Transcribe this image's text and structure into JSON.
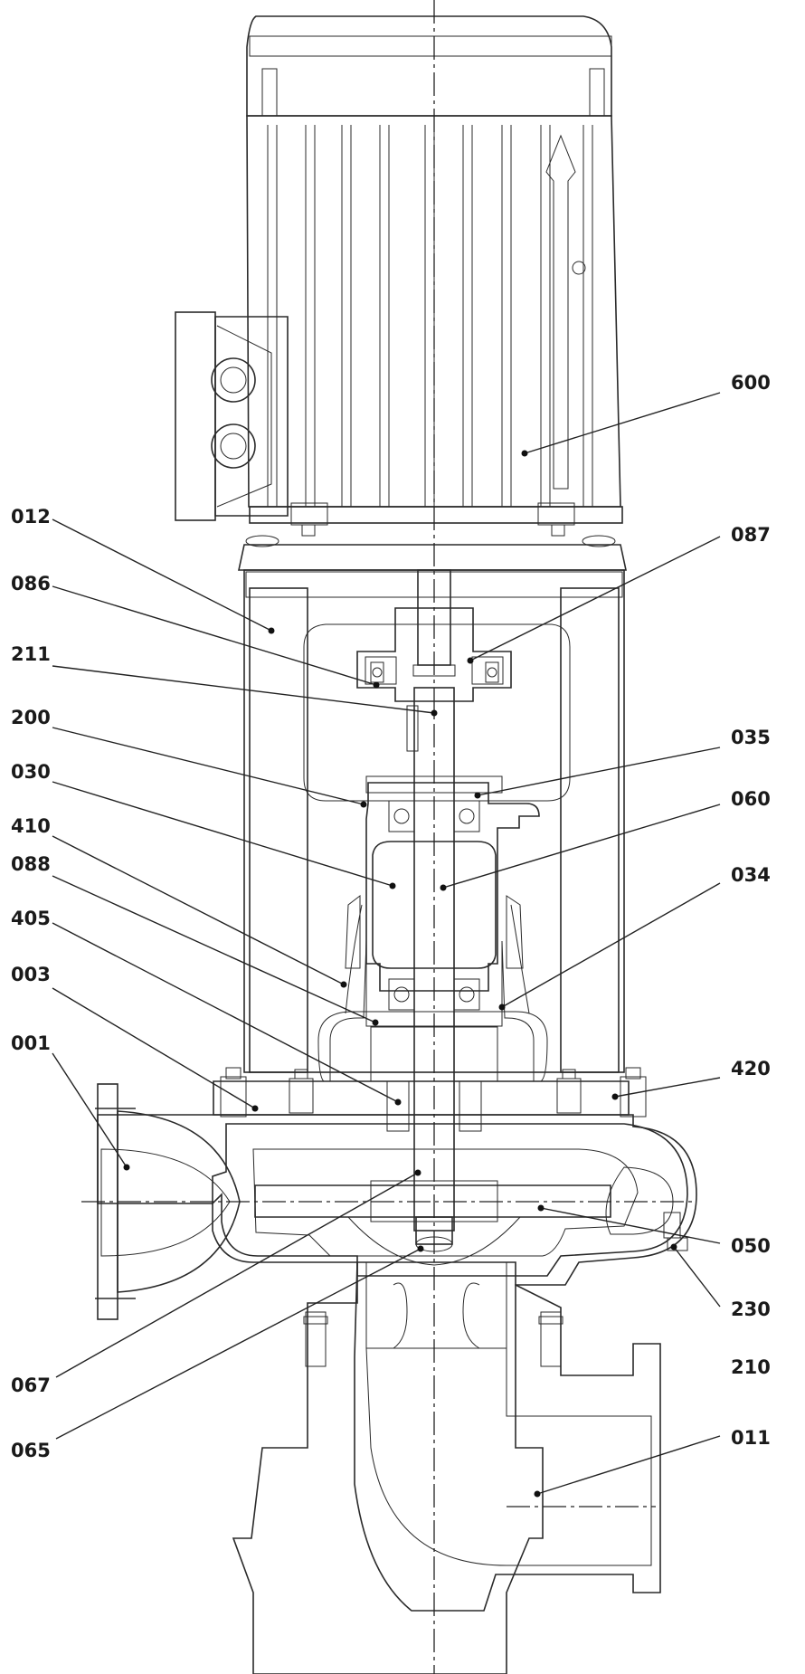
{
  "labels_left": [
    {
      "id": "012",
      "text": "012"
    },
    {
      "id": "086",
      "text": "086"
    },
    {
      "id": "211",
      "text": "211"
    },
    {
      "id": "200",
      "text": "200"
    },
    {
      "id": "030",
      "text": "030"
    },
    {
      "id": "410",
      "text": "410"
    },
    {
      "id": "088",
      "text": "088"
    },
    {
      "id": "405",
      "text": "405"
    },
    {
      "id": "003",
      "text": "003"
    },
    {
      "id": "001",
      "text": "001"
    },
    {
      "id": "067",
      "text": "067"
    },
    {
      "id": "065",
      "text": "065"
    }
  ],
  "labels_right": [
    {
      "id": "600",
      "text": "600"
    },
    {
      "id": "087",
      "text": "087"
    },
    {
      "id": "035",
      "text": "035"
    },
    {
      "id": "060",
      "text": "060"
    },
    {
      "id": "034",
      "text": "034"
    },
    {
      "id": "420",
      "text": "420"
    },
    {
      "id": "050",
      "text": "050"
    },
    {
      "id": "230",
      "text": "230"
    },
    {
      "id": "210",
      "text": "210"
    },
    {
      "id": "011",
      "text": "011"
    }
  ],
  "colors": {
    "motor_blue": "#1a8fd6",
    "casing_gray": "#a3a3a3",
    "lantern_cream": "#fffbe6",
    "fluid_orange": "#f3991c",
    "impeller_red": "#e0452a"
  }
}
